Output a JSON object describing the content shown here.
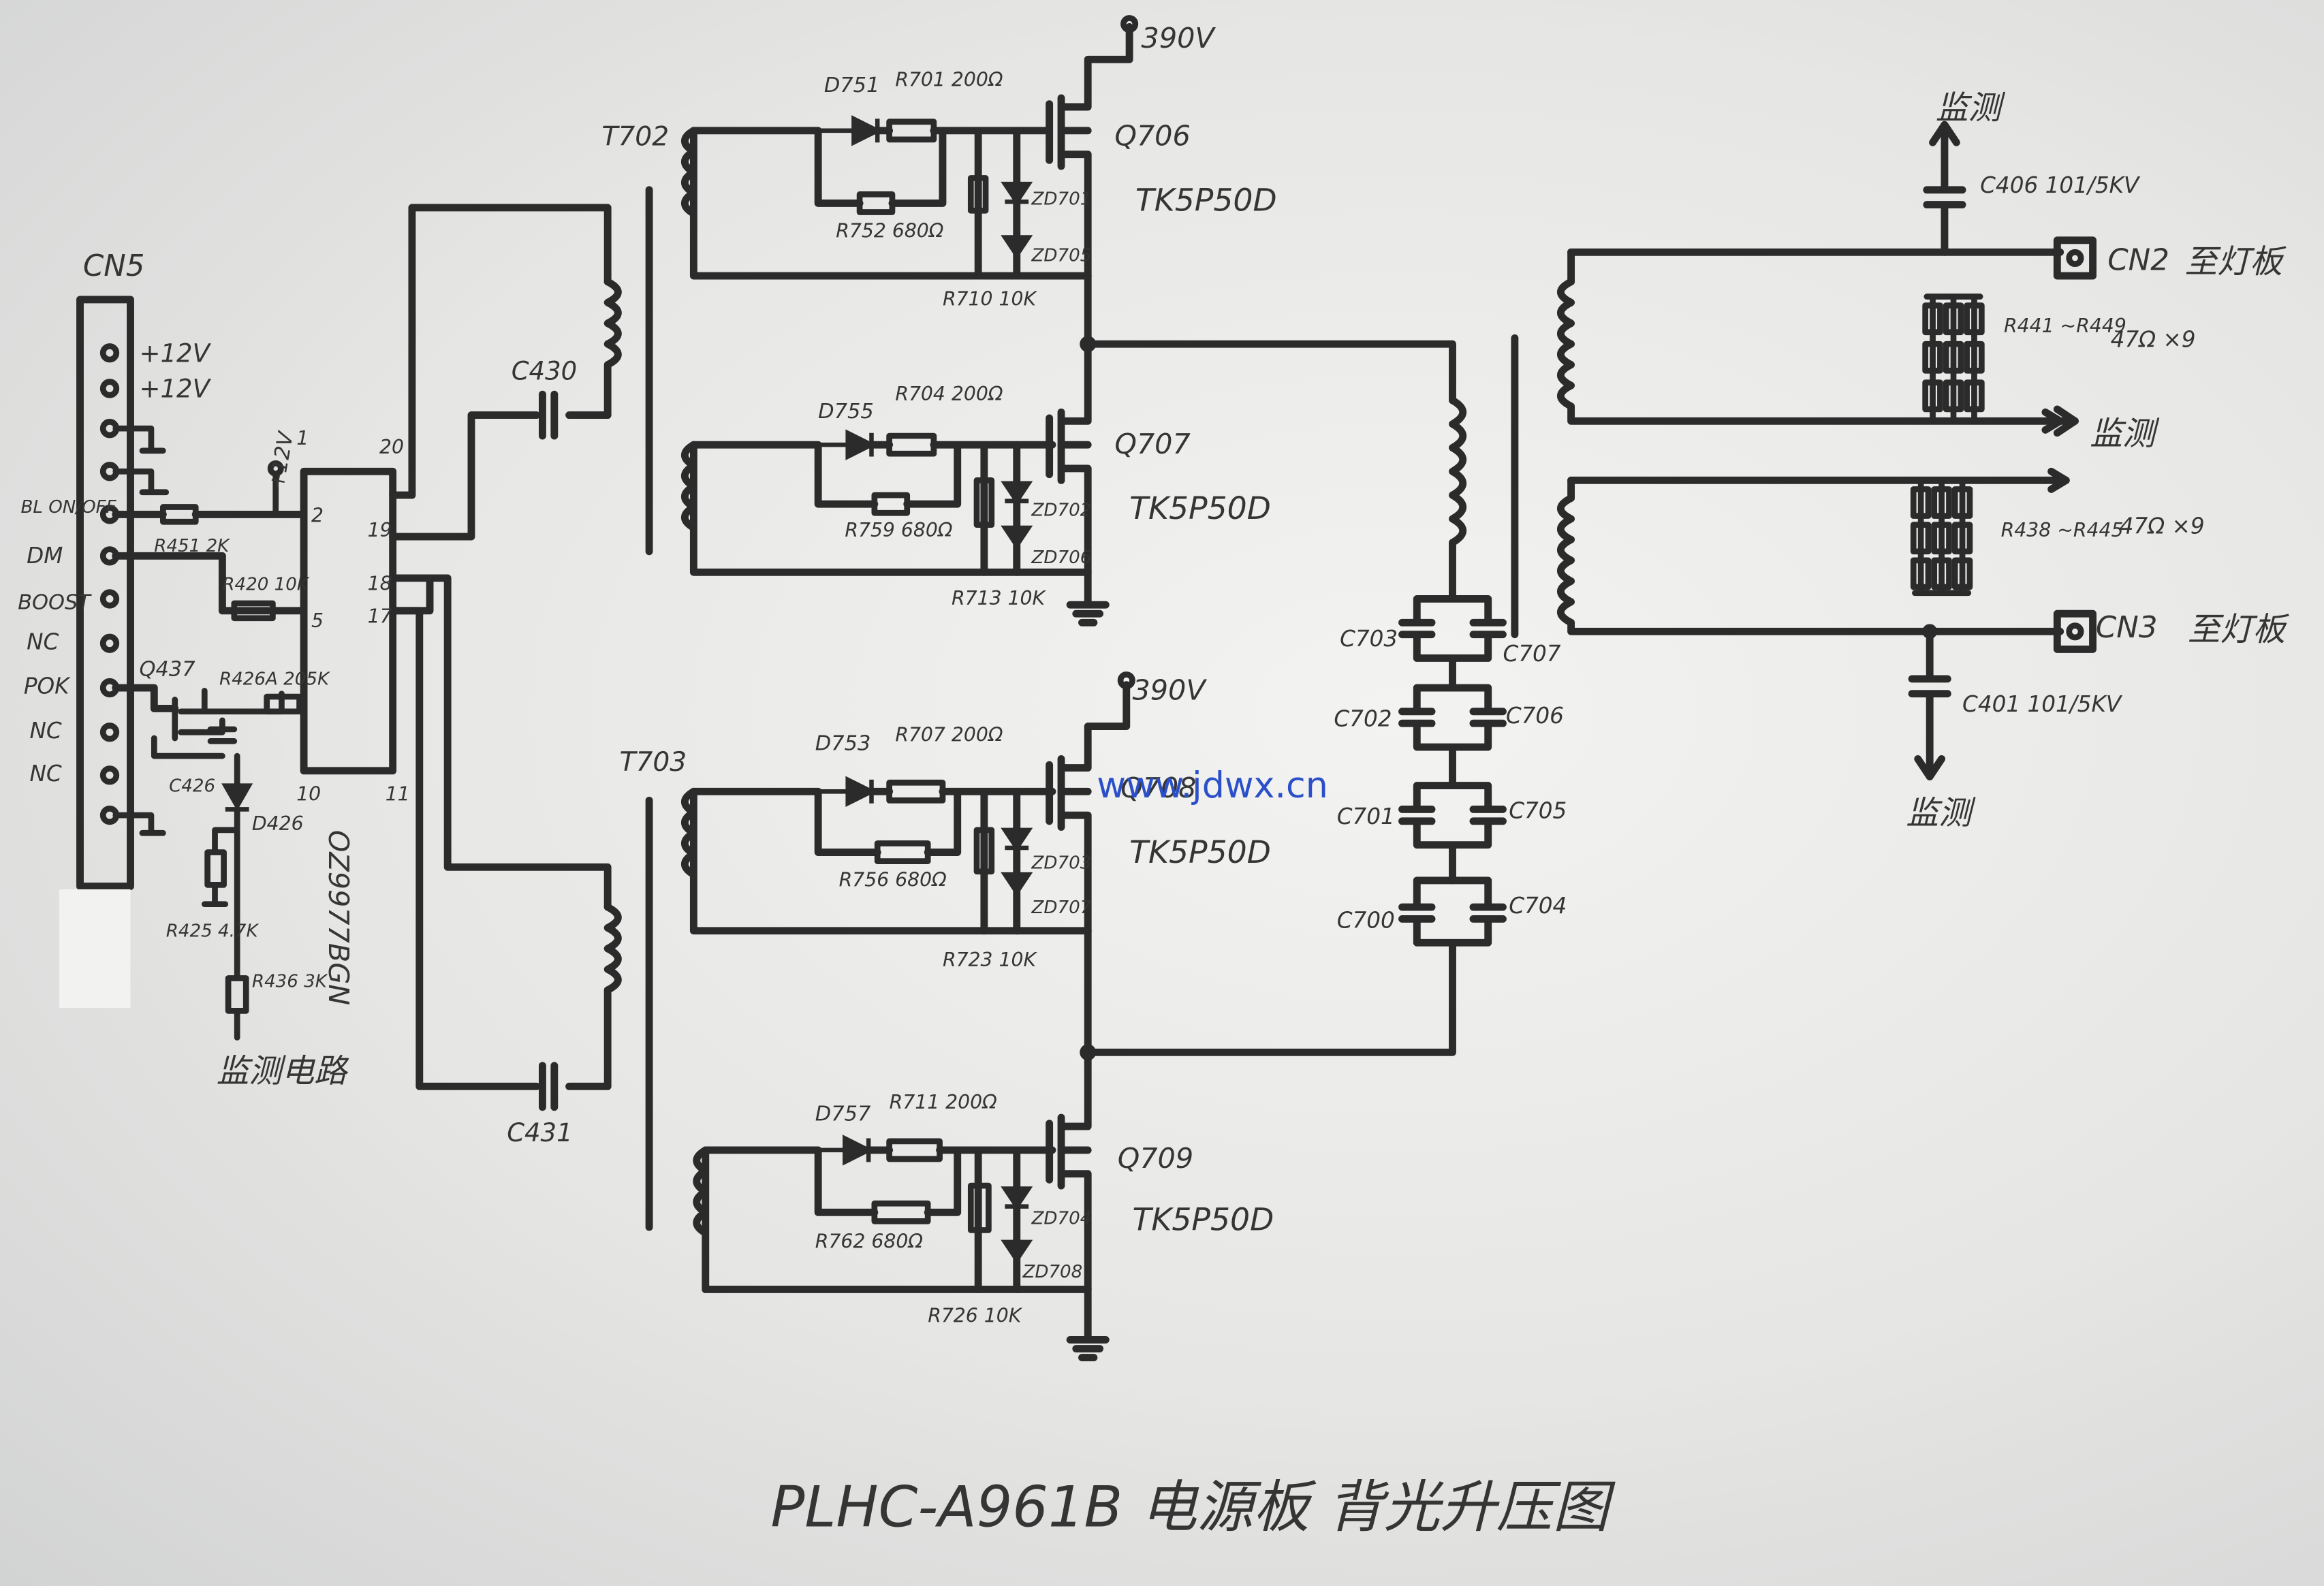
{
  "title": "PLHC-A961B 电源板 背光升压图",
  "watermark": "www.jdwx.cn",
  "supply_label": "390V",
  "mosfet_type": "TK5P50D",
  "connectors": {
    "cn5": "CN5",
    "cn2": "CN2",
    "cn2_note": "至灯板",
    "cn3": "CN3",
    "cn3_note": "至灯板"
  },
  "cn5_pins": [
    "+12V",
    "+12V",
    "BL ON/OFF",
    "DM",
    "BOOST",
    "NC",
    "POK",
    "NC",
    "NC"
  ],
  "ic": {
    "name": "OZ9977BGN",
    "pins": [
      "1",
      "2",
      "5",
      "10",
      "20",
      "19",
      "18",
      "17",
      "11"
    ]
  },
  "ic_supply": "+12V",
  "monitor_label": "监测",
  "monitor_circuit_label": "监测电路",
  "resistor_array_top": {
    "range": "R441 ~R449",
    "value": "47Ω ×9"
  },
  "resistor_array_bottom": {
    "range": "R438 ~R445",
    "value": "47Ω ×9"
  },
  "components": {
    "transformers": [
      "T702",
      "T703"
    ],
    "mosfets": [
      "Q706",
      "Q707",
      "Q708",
      "Q709"
    ],
    "diodes": [
      "D751",
      "D755",
      "D753",
      "D757"
    ],
    "zeners": [
      "ZD701",
      "ZD705",
      "ZD702",
      "ZD706",
      "ZD703",
      "ZD707",
      "ZD704",
      "ZD708"
    ],
    "resistors": [
      "R701 200Ω",
      "R752 680Ω",
      "R710 10K",
      "R704 200Ω",
      "R759 680Ω",
      "R713 10K",
      "R707 200Ω",
      "R756 680Ω",
      "R723 10K",
      "R711 200Ω",
      "R762 680Ω",
      "R726 10K",
      "R451 2K",
      "R420 10K",
      "R426A 205K",
      "R425 4.7K",
      "R436 3K"
    ],
    "capacitors": [
      "C430",
      "C431",
      "C703",
      "C707",
      "C702",
      "C706",
      "C701",
      "C705",
      "C700",
      "C704",
      "C426",
      "C406 101/5KV",
      "C401 101/5KV"
    ],
    "misc": [
      "Q437",
      "D426"
    ]
  }
}
